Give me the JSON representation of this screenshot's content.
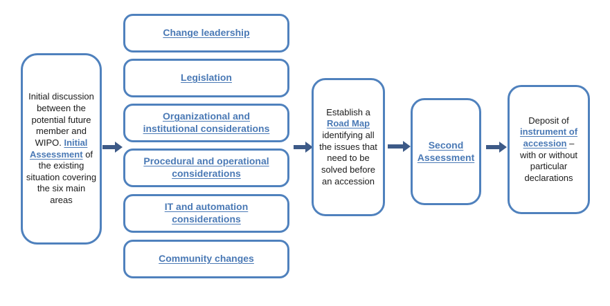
{
  "colors": {
    "box_border": "#4f81bd",
    "link_text": "#4a79b5",
    "arrow": "#3d5a87",
    "body_text": "#1a1a1a",
    "background": "#ffffff"
  },
  "flow": {
    "initial_box": {
      "text_before": "Initial discussion between the potential future member and WIPO.",
      "link": "Initial Assessment",
      "text_after": "of the existing situation covering the six main areas"
    },
    "areas": [
      {
        "label": "Change leadership"
      },
      {
        "label": "Legislation"
      },
      {
        "label": "Organizational and institutional considerations"
      },
      {
        "label": "Procedural and operational considerations"
      },
      {
        "label": "IT and automation considerations"
      },
      {
        "label": "Community changes"
      }
    ],
    "roadmap_box": {
      "text_before": "Establish a",
      "link": "Road Map",
      "text_after": "identifying all the issues that need to be solved before an accession"
    },
    "second_box": {
      "link": "Second Assessment"
    },
    "deposit_box": {
      "text_before": "Deposit of",
      "link": "instrument of accession",
      "text_after": "– with or without particular declarations"
    }
  }
}
